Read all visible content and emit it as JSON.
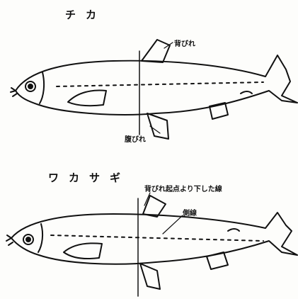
{
  "top_fish": {
    "name": "チカ",
    "dorsal_fin_label": "背びれ",
    "pelvic_fin_label": "腹びれ"
  },
  "bottom_fish": {
    "name": "ワカサギ",
    "dorsal_origin_line_label": "背びれ起点より下した線",
    "lateral_line_label": "側線"
  }
}
